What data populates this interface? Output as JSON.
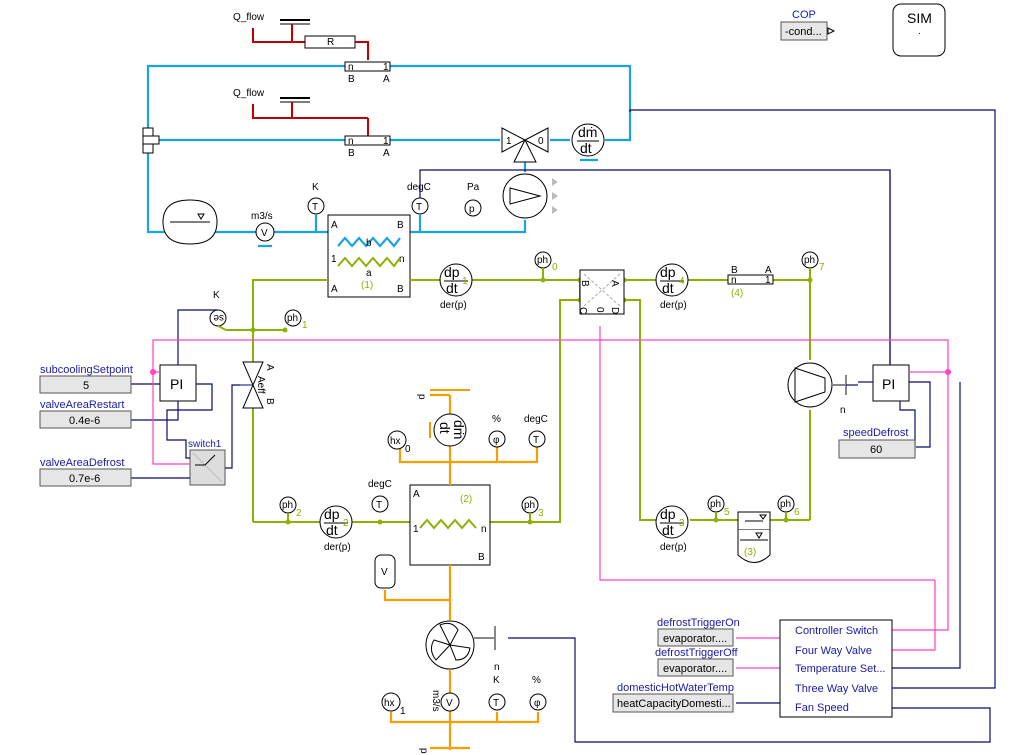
{
  "top_right": {
    "cop_label": "COP",
    "cop_value": "-cond...",
    "sim_label": "SIM",
    "sim_sub": "."
  },
  "heat_sources": [
    {
      "label": "Q_flow",
      "block": "R",
      "port_left": "n",
      "port_right": "1",
      "bottom_left": "B",
      "bottom_right": "A"
    },
    {
      "label": "Q_flow",
      "port_left": "n",
      "port_right": "1",
      "bottom_left": "B",
      "bottom_right": "A"
    }
  ],
  "valve_ports": {
    "left": "1",
    "right": "0"
  },
  "mass_flow": {
    "num": "dṁ",
    "den": "dt"
  },
  "sensors": {
    "t_k": "K",
    "t_degc": "degC",
    "p_pa": "Pa",
    "v_m3s": "m3/s",
    "ph1": "ph",
    "ph_1": "1",
    "ph0": "ph",
    "ph_0": "0",
    "ph7": "ph",
    "ph_7": "7",
    "k_valve": "K",
    "ph2": "ph",
    "ph_2": "2",
    "ph3": "ph",
    "ph_3": "3",
    "ph5": "ph",
    "ph_5": "5",
    "ph6": "ph",
    "ph_6": "6",
    "hx0": "hx",
    "hx_0": "0",
    "hx1": "hx",
    "hx_1": "1",
    "phi_pct": "%",
    "t_degc2": "degC",
    "t_degc3": "degC",
    "t_k2": "K",
    "phi_pct2": "%",
    "fan_n": "n",
    "comp_n": "n",
    "fan_m3s": "m3/s",
    "p_top": "p",
    "p_bottom": "p",
    "t_glyph": "T",
    "p_glyph": "p",
    "v_glyph": "V",
    "phi_glyph": "φ"
  },
  "hex_top": {
    "a": "A",
    "b": "B",
    "a2": "A",
    "b2": "B",
    "p1": "1",
    "pn": "n",
    "a_lbl": "a",
    "b_lbl": "b",
    "num": "(1)"
  },
  "hex_bottom": {
    "a": "A",
    "b": "B",
    "p1": "1",
    "pn": "n",
    "num": "(2)"
  },
  "ders": [
    {
      "num": "dp",
      "den": "dt",
      "caption": "der(p)",
      "tag": "1"
    },
    {
      "num": "dp",
      "den": "dt",
      "caption": "der(p)",
      "tag": "4"
    },
    {
      "num": "dp",
      "den": "dt",
      "caption": "der(p)",
      "tag": "2"
    },
    {
      "num": "dp",
      "den": "dt",
      "caption": "der(p)",
      "tag": "3"
    }
  ],
  "pipe4": {
    "b": "B",
    "a": "A",
    "n": "n",
    "one": "1",
    "num": "(4)"
  },
  "four_way": {
    "a": "A",
    "b": "B",
    "c": "C",
    "d": "D",
    "o": "0"
  },
  "tank": {
    "num": "(3)"
  },
  "exp_valve": {
    "a": "A",
    "aeff": "Aeff",
    "b": "B"
  },
  "pi_left": "PI",
  "pi_right": "PI",
  "setpoints": [
    {
      "label": "subcoolingSetpoint",
      "value": "5"
    },
    {
      "label": "valveAreaRestart",
      "value": "0.4e-6"
    },
    {
      "label": "valveAreaDefrost",
      "value": "0.7e-6"
    },
    {
      "label": "speedDefrost",
      "value": "60"
    }
  ],
  "switch1": "switch1",
  "defrost": {
    "trigger_on_label": "defrostTriggerOn",
    "trigger_on_value": "evaporator....",
    "trigger_off_label": "defrostTriggerOff",
    "trigger_off_value": "evaporator....",
    "hotwater_label": "domesticHotWaterTemp",
    "hotwater_value": "heatCapacityDomesti..."
  },
  "controller": {
    "items": [
      "Controller Switch",
      "Four Way Valve",
      "Temperature Set...",
      "Three Way Valve",
      "Fan Speed"
    ]
  },
  "colors": {
    "refrigerant": "#8ab300",
    "water": "#1aa3e0",
    "air": "#f5a000",
    "heat": "#c00000",
    "signal": "#0a0a6e",
    "bool": "#ff40c0"
  }
}
